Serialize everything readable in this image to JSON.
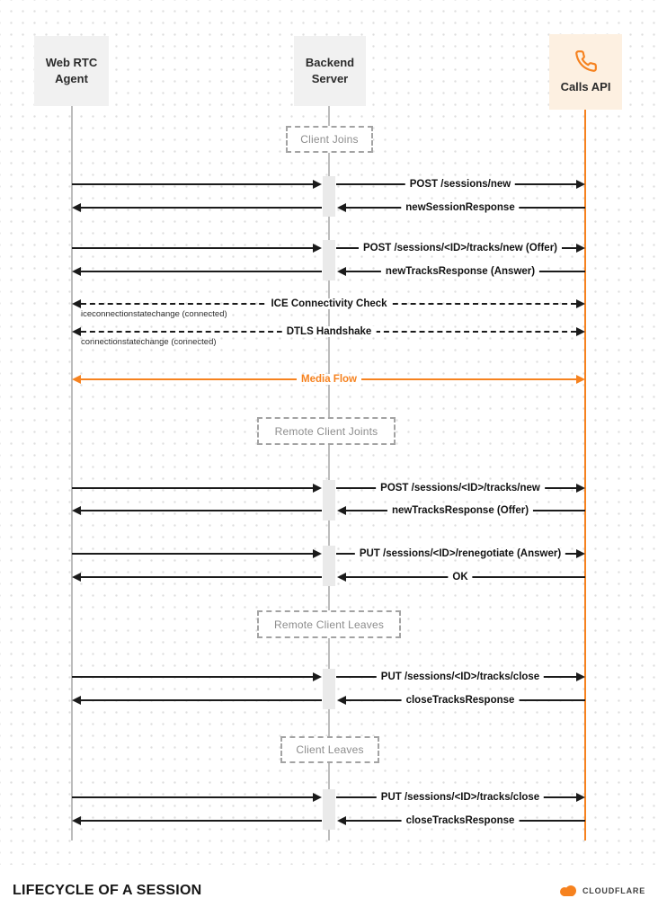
{
  "actors": {
    "webrtc": "Web RTC Agent",
    "backend": "Backend Server",
    "calls": "Calls API"
  },
  "phases": {
    "client_joins": "Client Joins",
    "remote_client_joins": "Remote Client Joints",
    "remote_client_leaves": "Remote Client Leaves",
    "client_leaves": "Client Leaves"
  },
  "messages": {
    "post_sessions_new": "POST /sessions/new",
    "new_session_response": "newSessionResponse",
    "post_tracks_new_offer": "POST /sessions/<ID>/tracks/new (Offer)",
    "new_tracks_response_answer": "newTracksResponse (Answer)",
    "ice_check": "ICE Connectivity Check",
    "dtls_handshake": "DTLS Handshake",
    "media_flow": "Media Flow",
    "post_tracks_new": "POST /sessions/<ID>/tracks/new",
    "new_tracks_response_offer": "newTracksResponse (Offer)",
    "put_renegotiate_answer": "PUT /sessions/<ID>/renegotiate (Answer)",
    "ok": "OK",
    "put_tracks_close_1": "PUT /sessions/<ID>/tracks/close",
    "close_tracks_response_1": "closeTracksResponse",
    "put_tracks_close_2": "PUT /sessions/<ID>/tracks/close",
    "close_tracks_response_2": "closeTracksResponse"
  },
  "notes": {
    "ice_state": "iceconnectionstatechange (connected)",
    "connection_state": "connectionstatechange (connected)"
  },
  "footer": {
    "title": "LIFECYCLE OF A SESSION",
    "brand": "CLOUDFLARE"
  },
  "colors": {
    "accent": "#F6821F",
    "line": "#1B1B1B",
    "lifeline": "#BCBCBC"
  }
}
